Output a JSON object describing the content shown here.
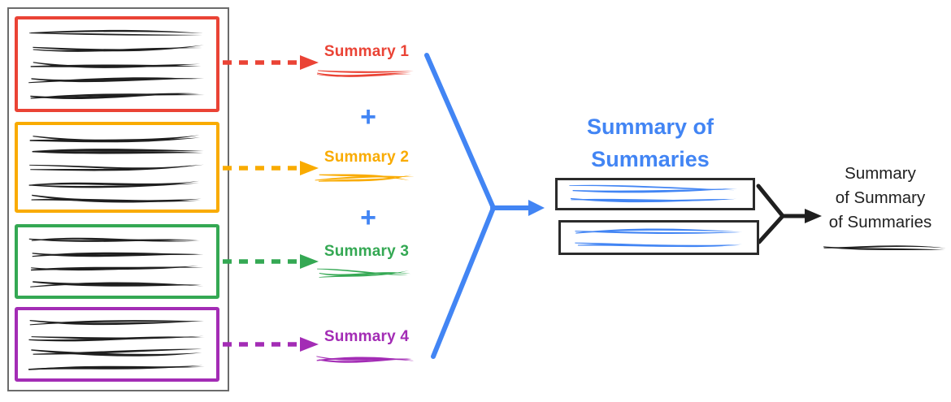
{
  "colors": {
    "red": "#EA4335",
    "yellow": "#F9AB00",
    "green": "#34A853",
    "purple": "#A32CB5",
    "blue": "#4285F4",
    "ink": "#1f1f1f",
    "frame_gray": "#6B6B6B",
    "boxline": "#2B2B2B"
  },
  "documents": [
    {
      "name": "document-1",
      "color": "red",
      "lines": 5
    },
    {
      "name": "document-2",
      "color": "yellow",
      "lines": 5
    },
    {
      "name": "document-3",
      "color": "green",
      "lines": 4
    },
    {
      "name": "document-4",
      "color": "purple",
      "lines": 4
    }
  ],
  "summaries": [
    {
      "label": "Summary 1",
      "color": "red"
    },
    {
      "label": "Summary 2",
      "color": "yellow"
    },
    {
      "label": "Summary 3",
      "color": "green"
    },
    {
      "label": "Summary 4",
      "color": "purple"
    }
  ],
  "labels": {
    "plus": "+"
  },
  "summary_of_summaries": {
    "title_line1": "Summary of",
    "title_line2": "Summaries",
    "box_count": 2
  },
  "final_summary": {
    "line1": "Summary",
    "line2": "of Summary",
    "line3": "of Summaries"
  }
}
